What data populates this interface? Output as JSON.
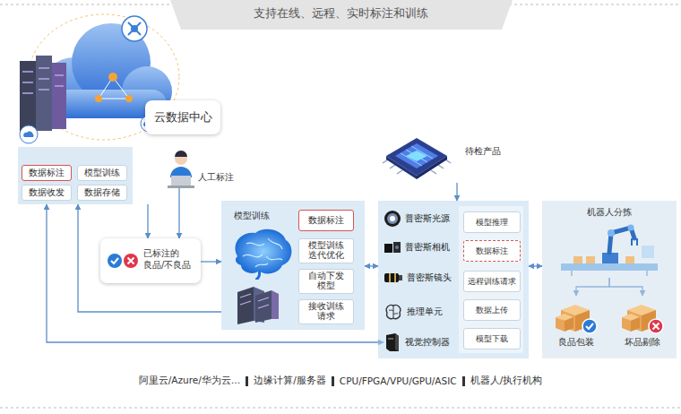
{
  "diagram": {
    "title": "支持在线、远程、实时标注和训练",
    "nodes": [
      {
        "text": [
          "云数据中心"
        ]
      },
      {
        "text": [
          "数据标注"
        ],
        "in": 0
      },
      {
        "text": [
          "模型训练"
        ],
        "in": 0
      },
      {
        "text": [
          "数据收发"
        ],
        "in": 0
      },
      {
        "text": [
          "数据存储"
        ],
        "in": 0
      },
      {
        "text": [
          "人工标注"
        ]
      },
      {
        "text": [
          "已标注的 良品/不良品"
        ]
      },
      {
        "text": [
          "模型训练"
        ]
      },
      {
        "text": [
          "数据标注"
        ],
        "in": 7
      },
      {
        "text": [
          "模型训练 迭代优化"
        ],
        "in": 7
      },
      {
        "text": [
          "自动下发 模型"
        ],
        "in": 7
      },
      {
        "text": [
          "接收训练 请求"
        ],
        "in": 7
      },
      {
        "text": [
          "待检产品"
        ]
      },
      {
        "text": []
      },
      {
        "text": [
          "普密斯光源"
        ],
        "in": 13
      },
      {
        "text": [
          "普密斯相机"
        ],
        "in": 13
      },
      {
        "text": [
          "普密斯镜头"
        ],
        "in": 13
      },
      {
        "text": [
          "推理单元"
        ],
        "in": 13
      },
      {
        "text": [
          "视觉控制器"
        ],
        "in": 13
      },
      {
        "text": [
          "模型推理"
        ],
        "in": 13
      },
      {
        "text": [
          "数据标注"
        ],
        "in": 13
      },
      {
        "text": [
          "远程训练请求"
        ],
        "in": 13
      },
      {
        "text": [
          "数据上传"
        ],
        "in": 13
      },
      {
        "text": [
          "模型下载"
        ],
        "in": 13
      },
      {
        "text": []
      },
      {
        "text": [
          "机器人分拣"
        ],
        "in": 24
      },
      {
        "text": [
          "良品包装"
        ],
        "in": 24
      },
      {
        "text": [
          "坏品剔除"
        ],
        "in": 24
      }
    ],
    "edges": [
      {
        "from": 0,
        "to": 6,
        "arrow": "to"
      },
      {
        "from": 5,
        "to": 6,
        "arrow": "to"
      },
      {
        "from": 6,
        "to": 7,
        "arrow": "to"
      },
      {
        "from": 7,
        "to": 0,
        "arrow": "to"
      },
      {
        "from": 0,
        "to": 18,
        "arrow": "both"
      },
      {
        "from": 7,
        "to": 13,
        "arrow": "both"
      },
      {
        "from": 12,
        "to": 13,
        "arrow": "to"
      },
      {
        "from": 13,
        "to": 24,
        "arrow": "both"
      },
      {
        "from": 25,
        "to": 26,
        "arrow": "to"
      },
      {
        "from": 25,
        "to": 27,
        "arrow": "to"
      }
    ],
    "labels": [
      "阿里云/Azure/华为云…",
      "边缘计算/服务器",
      "CPU/FPGA/VPU/GPU/ASIC",
      "机器人/执行机构"
    ]
  }
}
